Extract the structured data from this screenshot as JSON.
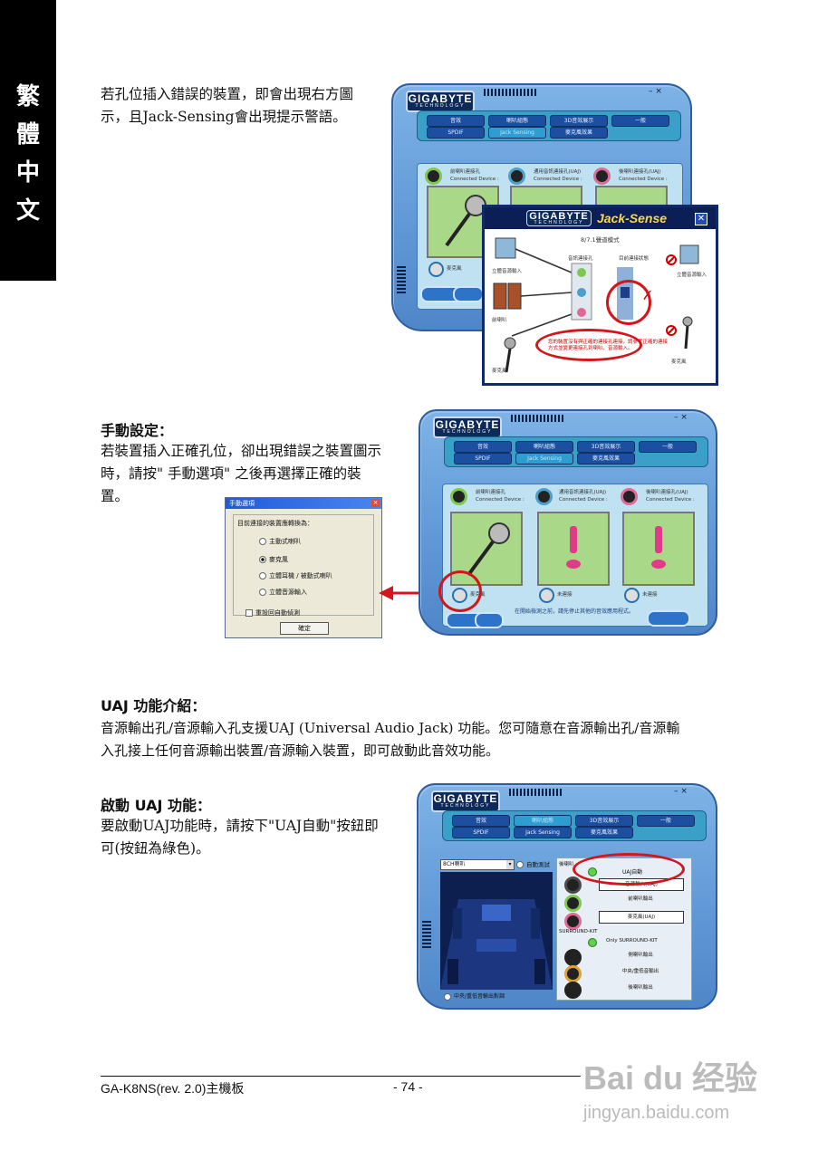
{
  "side_tab": {
    "chars": [
      "繁",
      "體",
      "中",
      "文"
    ]
  },
  "section1": {
    "line1": "若孔位插入錯誤的裝置，即會出現右方圖",
    "line2": "示，且Jack-Sensing會出現提示警語。"
  },
  "app": {
    "logo_main": "GIGABYTE",
    "logo_sub": "TECHNOLOGY",
    "tabs_row1": [
      "音效",
      "喇叭組態",
      "3D音效展示",
      "一般"
    ],
    "tabs_row2_a": [
      "SPDIF",
      "Jack Sensing",
      "麥克風效果"
    ],
    "tabs_row2_c": [
      "SPDIF",
      "Jack Sensing",
      "麥克風效果"
    ],
    "jack_labels": [
      "前喇叭連接孔",
      "通用音訊連接孔(UAJ)",
      "後喇叭連接孔(UAJ)"
    ],
    "connected_device": "Connected Device :",
    "mic_label": "麥克風",
    "unplugged": "未連接",
    "status_note": "在開始檢測之前，請先停止其他的音效應用程式。"
  },
  "jack_sense": {
    "title": "Jack-Sense",
    "subtitle": "8/7.1聲道模式",
    "col_left": "音訊連接孔",
    "col_right": "目前連接狀態",
    "stereo_in": "立體音源輸入",
    "speaker": "前喇叭",
    "mic": "麥克風",
    "stereo_in_right": "立體音源輸入",
    "mic_right": "麥克風",
    "warning_line1": "您的裝置沒有與正確的連接孔連接，請參考正確的連接",
    "warning_line2": "方式並變更連接孔到喇叭、音源輸入。"
  },
  "section2": {
    "heading": "手動設定：",
    "line1": "若裝置插入正確孔位，卻出現錯誤之裝置圖示",
    "line2": "時，請按\" 手動選項\" 之後再選擇正確的裝",
    "line3": "置。"
  },
  "manual_dialog": {
    "title": "手動選項",
    "prompt": "目前連接的裝置應轉換為：",
    "options": [
      "主動式喇叭",
      "麥克風",
      "立體耳機 / 被動式喇叭",
      "立體音源輸入"
    ],
    "selected_index": 1,
    "checkbox": "重設回自動偵測",
    "ok": "確定"
  },
  "section3": {
    "heading": "UAJ 功能介紹：",
    "line1": "音源輸出孔/音源輸入孔支援UAJ (Universal Audio Jack) 功能。您可隨意在音源輸出孔/音源輸",
    "line2": "入孔接上任何音源輸出裝置/音源輸入裝置，即可啟動此音效功能。"
  },
  "section4": {
    "heading": "啟動 UAJ 功能：",
    "line1": "要啟動UAJ功能時，請按下\"UAJ自動\"按鈕即",
    "line2": "可(按鈕為綠色)。"
  },
  "uaj_app": {
    "speaker_select": "8CH喇叭",
    "auto_test": "自動測試",
    "group_label": "後喇叭",
    "uaj_button": "UAJ自動",
    "rows_top": [
      "音源輸入(UAJ)",
      "前喇叭輸出",
      "麥克風(UAJ)"
    ],
    "surround_label": "SURROUND-KIT",
    "surround_only": "Only SURROUND-KIT",
    "rows_bottom": [
      "側喇叭輸出",
      "中央/重低音輸出",
      "後喇叭輸出"
    ],
    "bottom_radio": "中央/重低音輸出對調"
  },
  "footer": {
    "left": "GA-K8NS(rev. 2.0)主機板",
    "page": "- 74 -"
  },
  "watermark": {
    "brand": "Bai du 经验",
    "url": "jingyan.baidu.com"
  },
  "colors": {
    "accent_red": "#d2161b",
    "app_blue": "#5f97d6",
    "device_green": "#a8d888"
  }
}
